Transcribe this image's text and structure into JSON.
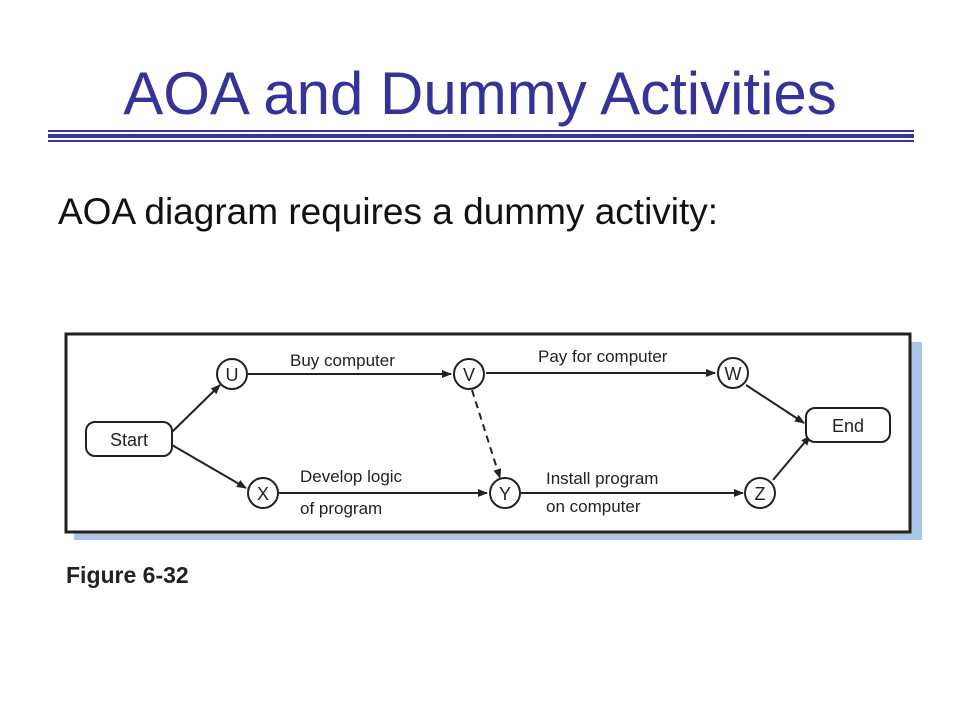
{
  "slide": {
    "title": "AOA and Dummy Activities",
    "subtitle": "AOA diagram requires a dummy activity:"
  },
  "figure": {
    "caption": "Figure 6-32",
    "nodes": {
      "start": "Start",
      "end": "End",
      "u": "U",
      "v": "V",
      "w": "W",
      "x": "X",
      "y": "Y",
      "z": "Z"
    },
    "activities": {
      "buy_computer": "Buy computer",
      "pay_for_computer": "Pay for computer",
      "develop_logic_line1": "Develop logic",
      "develop_logic_line2": "of program",
      "install_program_line1": "Install program",
      "install_program_line2": "on computer"
    },
    "dummy_activity": "V to Y (dashed)"
  },
  "colors": {
    "title": "#333399",
    "frame_shadow": "#a9c6e6"
  }
}
